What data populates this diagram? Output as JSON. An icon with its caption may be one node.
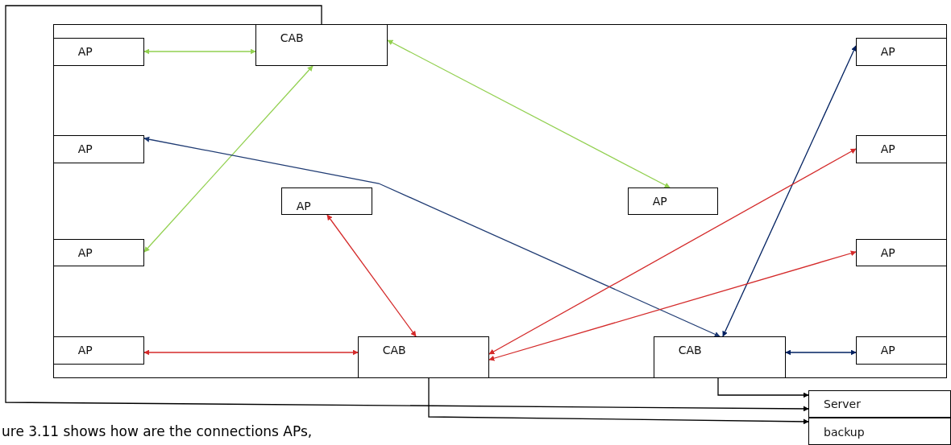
{
  "diagram": {
    "nodes": [
      {
        "text": [],
        "shape": "box"
      },
      {
        "text": [
          "CAB"
        ],
        "in": 0
      },
      {
        "text": [
          "AP"
        ],
        "in": 0
      },
      {
        "text": [
          "AP"
        ],
        "in": 0
      },
      {
        "text": [
          "AP"
        ],
        "in": 0
      },
      {
        "text": [
          "AP"
        ],
        "in": 0
      },
      {
        "text": [
          "AP"
        ],
        "in": 0
      },
      {
        "text": [
          "AP"
        ],
        "in": 0
      },
      {
        "text": [
          "AP"
        ],
        "in": 0
      },
      {
        "text": [
          "AP"
        ],
        "in": 0
      },
      {
        "text": [
          "AP"
        ],
        "in": 0
      },
      {
        "text": [
          "CAB"
        ],
        "in": 0
      },
      {
        "text": [
          "CAB"
        ],
        "in": 0
      },
      {
        "text": [
          "AP"
        ],
        "in": 0
      },
      {
        "text": [
          "Server"
        ]
      },
      {
        "text": [
          "backup"
        ]
      }
    ],
    "edges": [
      {
        "from": 2,
        "to": 1,
        "arrow": "both",
        "color": "#92d050"
      },
      {
        "from": 1,
        "to": 7,
        "arrow": "both",
        "color": "#92d050"
      },
      {
        "from": 8,
        "to": 1,
        "arrow": "both",
        "color": "#92d050"
      },
      {
        "from": 4,
        "to": 12,
        "arrow": "both",
        "color": "#1f3b73"
      },
      {
        "from": 12,
        "to": 3,
        "arrow": "both",
        "color": "#002060"
      },
      {
        "from": 6,
        "to": 11,
        "arrow": "both",
        "color": "#d42a2a"
      },
      {
        "from": 10,
        "to": 11,
        "arrow": "both",
        "color": "#d42a2a"
      },
      {
        "from": 11,
        "to": 5,
        "arrow": "both",
        "color": "#d42a2a"
      },
      {
        "from": 11,
        "to": 9,
        "arrow": "both",
        "color": "#d42a2a"
      },
      {
        "from": 12,
        "to": 13,
        "arrow": "both",
        "color": "#002060"
      },
      {
        "from": 12,
        "to": 14,
        "arrow": "to",
        "color": "#000000"
      },
      {
        "from": 1,
        "to": 14,
        "arrow": "to",
        "color": "#000000"
      },
      {
        "from": 11,
        "to": 15,
        "arrow": "to",
        "color": "#000000"
      }
    ],
    "labels": [
      "ure 3.11 shows how are the connections APs,"
    ]
  }
}
